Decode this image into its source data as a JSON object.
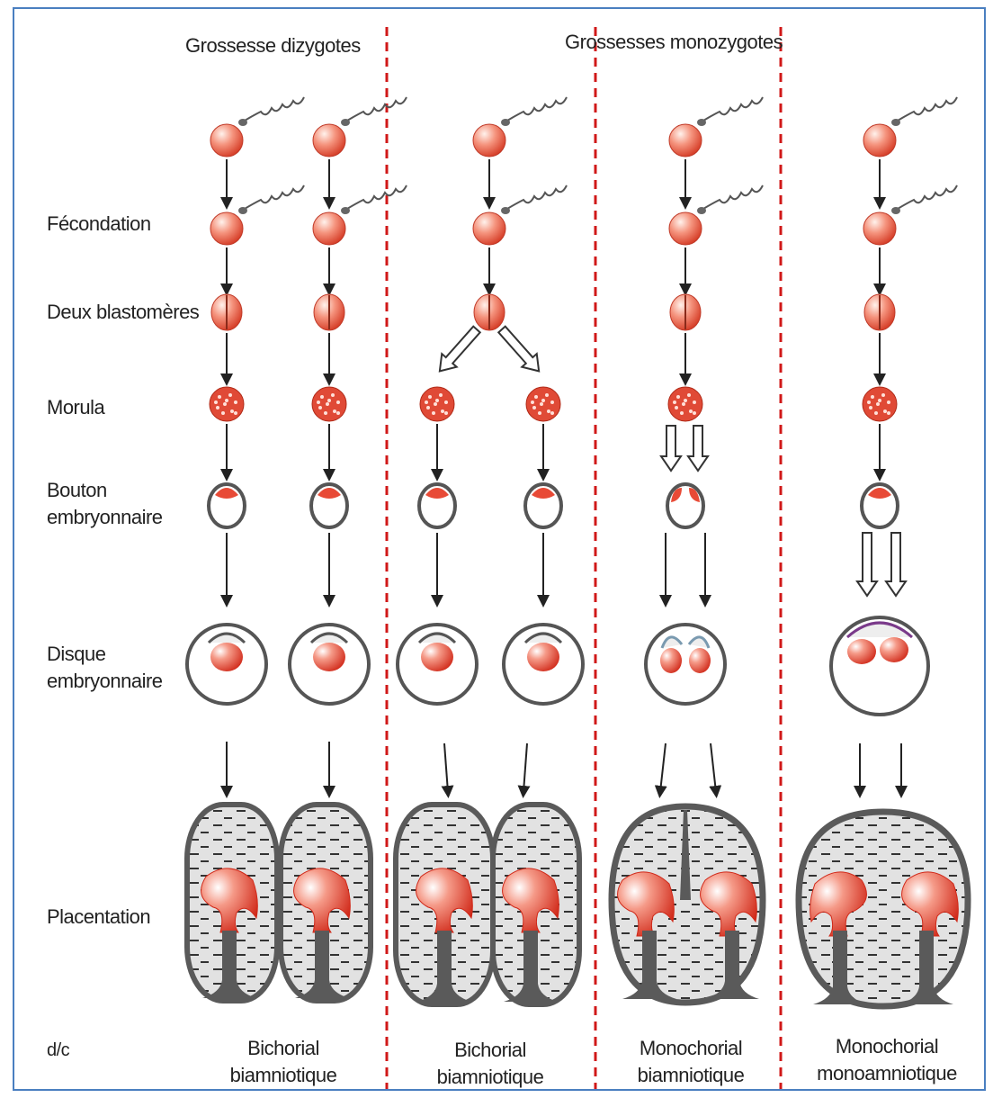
{
  "headers": {
    "dizygotic": "Grossesse dizygotes",
    "monozygotic": "Grossesses monozygotes"
  },
  "stages": {
    "fecondation": "Fécondation",
    "two_blastomeres": "Deux blastomères",
    "morula": "Morula",
    "embryonic_button_1": "Bouton",
    "embryonic_button_2": "embryonnaire",
    "embryonic_disc_1": "Disque",
    "embryonic_disc_2": "embryonnaire",
    "placentation": "Placentation",
    "footer": "d/c"
  },
  "results": [
    {
      "line1": "Bichorial",
      "line2": "biamniotique"
    },
    {
      "line1": "Bichorial",
      "line2": "biamniotique"
    },
    {
      "line1": "Monochorial",
      "line2": "biamniotique"
    },
    {
      "line1": "Monochorial",
      "line2": "monoamniotique"
    }
  ],
  "colors": {
    "frame": "#4a7fc0",
    "divider": "#d01818",
    "cell": "#e84a36",
    "membrane": "#555555",
    "placenta_fill": "#e2e2e2"
  }
}
